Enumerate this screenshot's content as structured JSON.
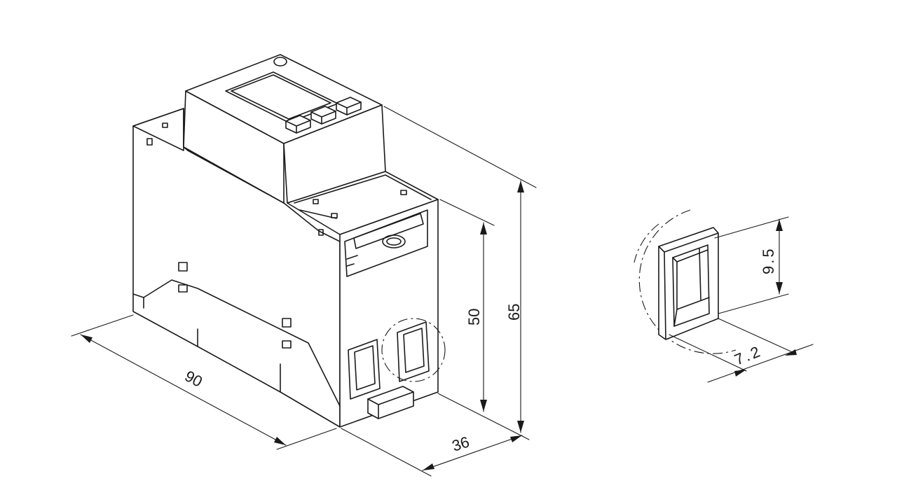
{
  "colors": {
    "line": "#1a1a1a",
    "background": "#ffffff"
  },
  "dimensions": {
    "length": "90",
    "width": "36",
    "height_body": "50",
    "height_total": "65",
    "terminal_height": "9.5",
    "terminal_width": "7.2"
  }
}
